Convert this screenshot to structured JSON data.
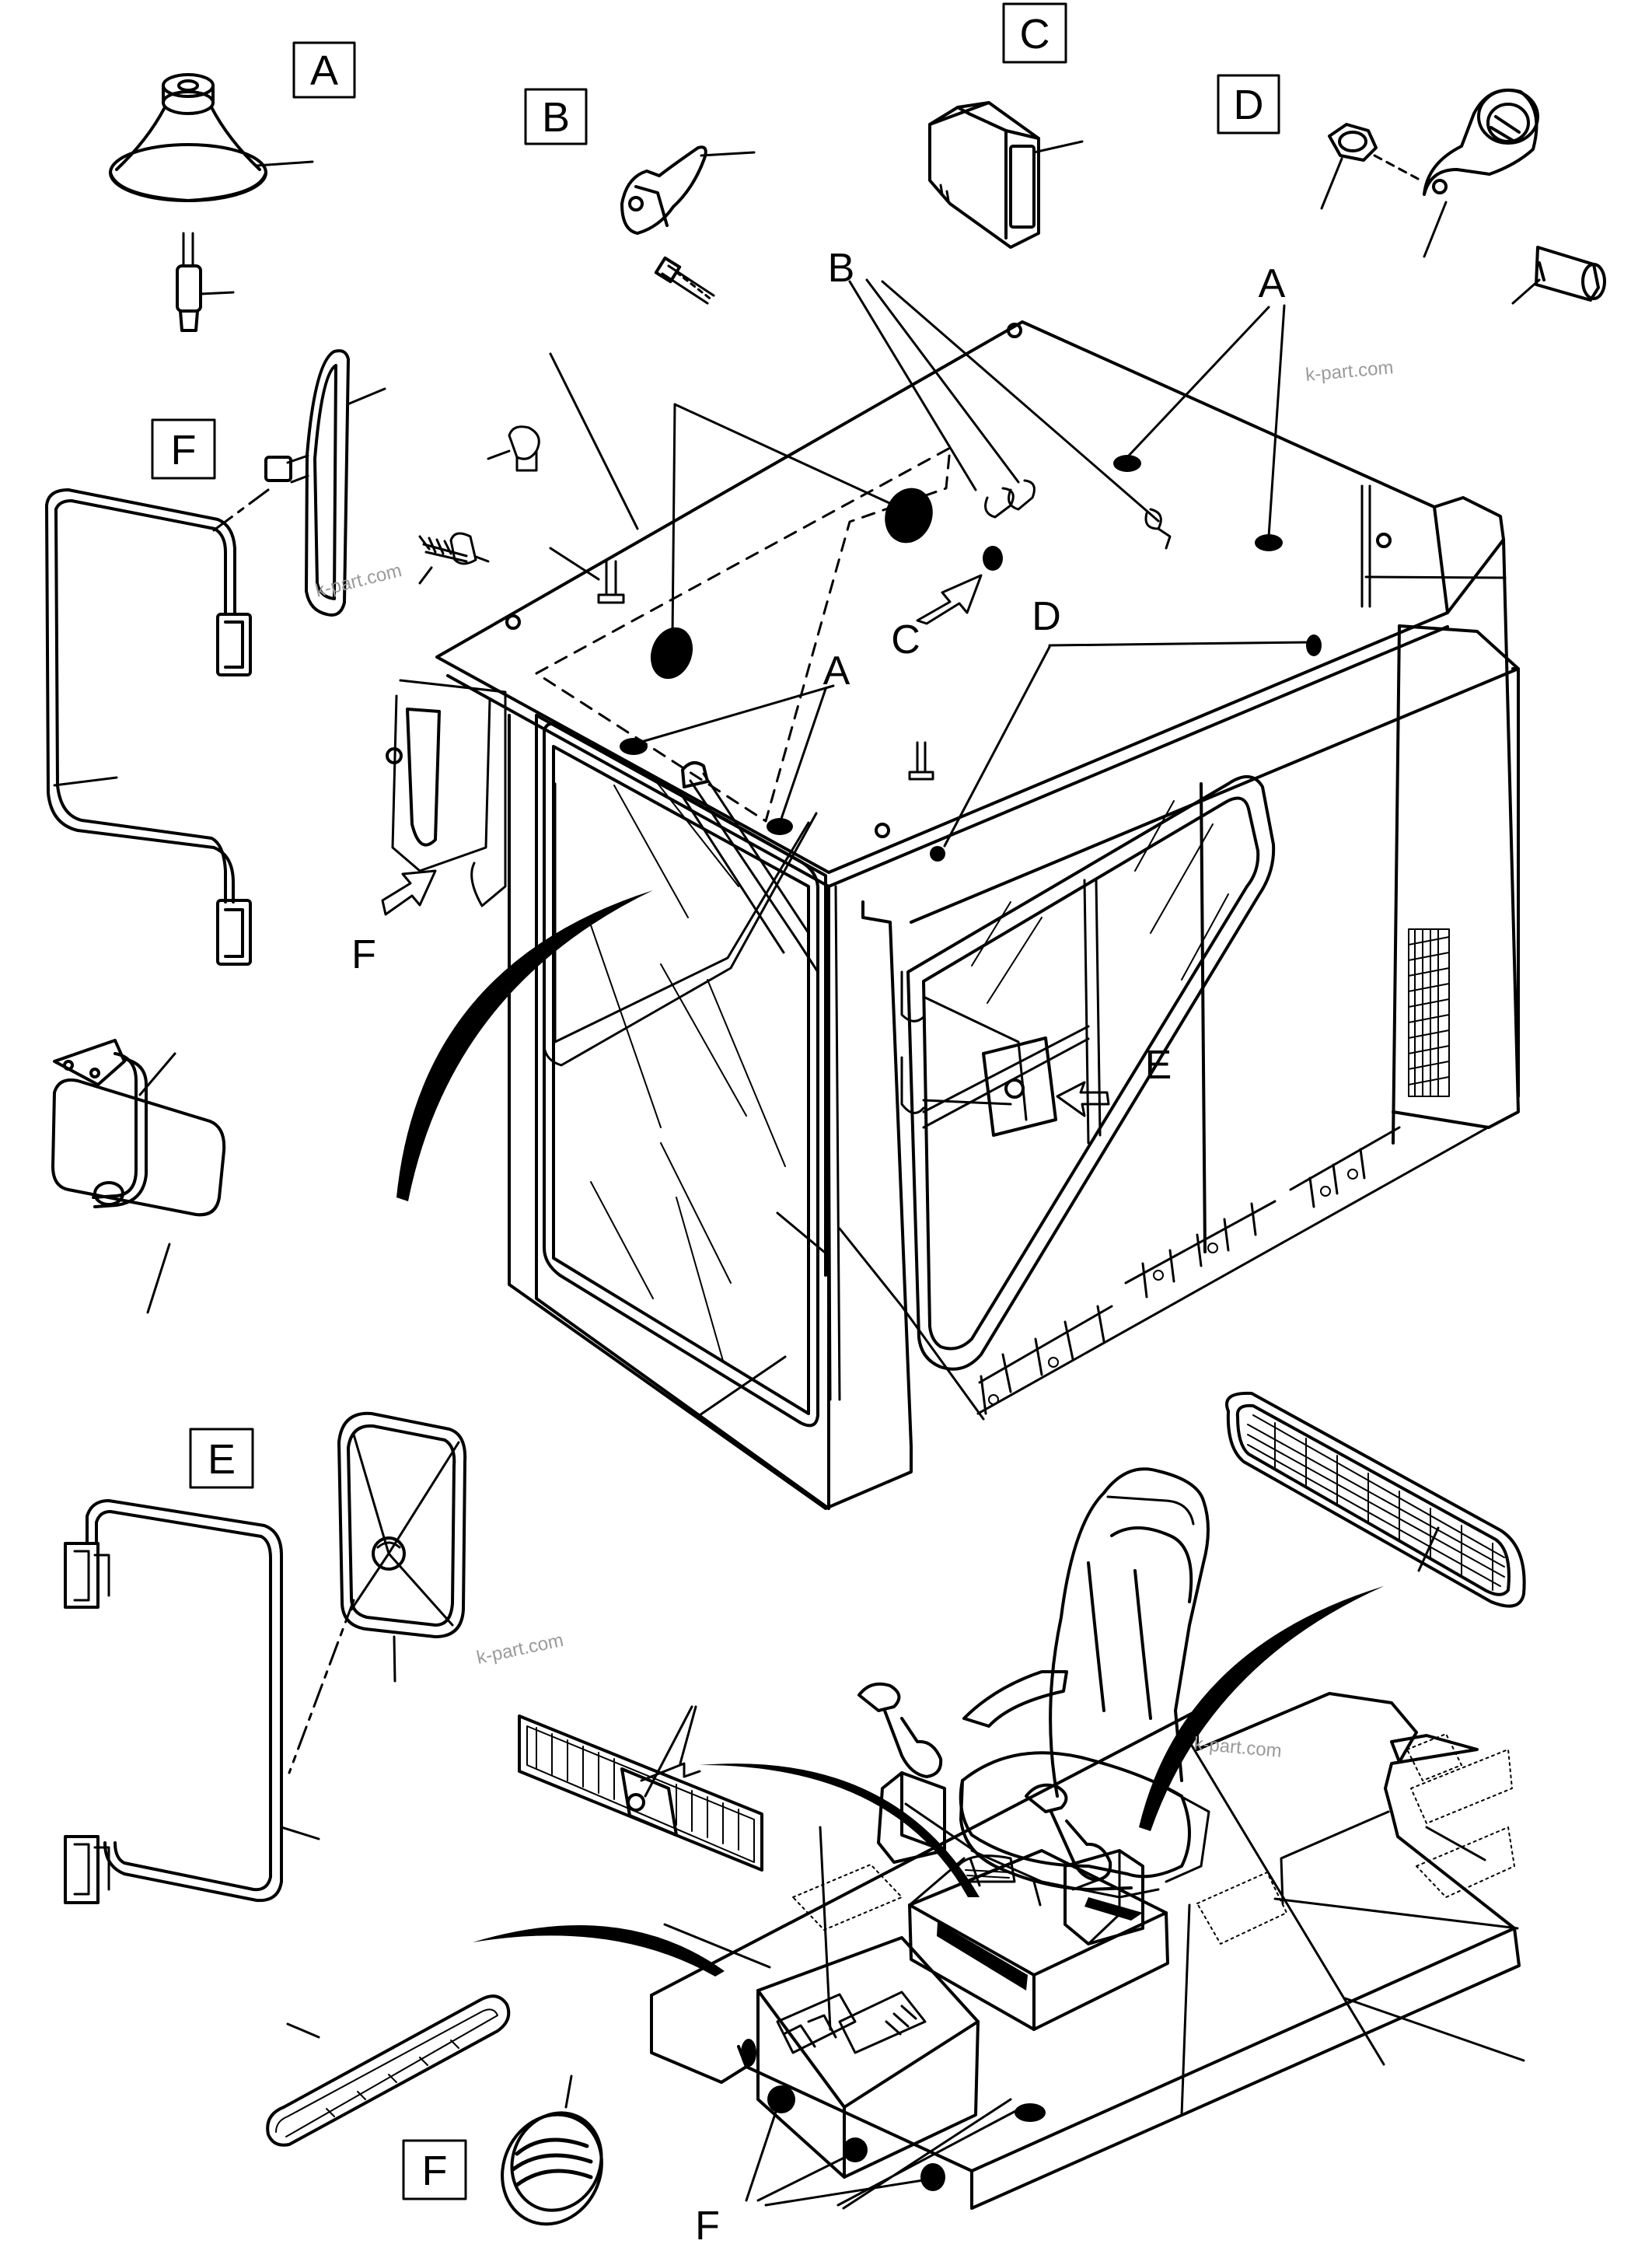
{
  "detail_boxes": [
    "A",
    "B",
    "C",
    "D",
    "F",
    "E",
    "F"
  ],
  "callouts": [
    "B",
    "A",
    "C",
    "D",
    "A",
    "F",
    "E",
    "F"
  ],
  "watermark": "k-part.com",
  "colors": {
    "ink": "#000000",
    "paper": "#ffffff",
    "watermark": "#9a9a9a"
  }
}
